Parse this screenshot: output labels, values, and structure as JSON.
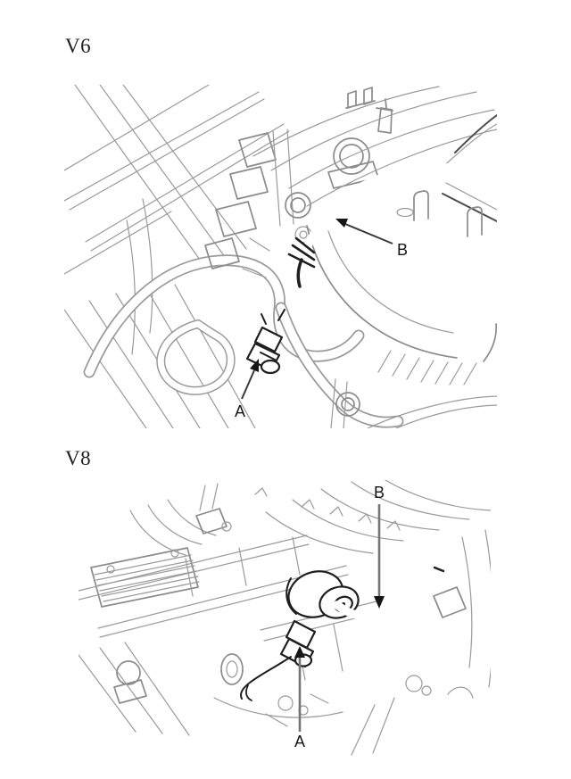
{
  "colors": {
    "paper": "#ffffff",
    "line_light": "#9a9a9a",
    "line_dark": "#1f1f1f",
    "callout_text": "#161616"
  },
  "figures": {
    "v6": {
      "heading": "V6",
      "callouts": {
        "a": "A",
        "b": "B"
      }
    },
    "v8": {
      "heading": "V8",
      "callouts": {
        "a": "A",
        "b": "B"
      }
    }
  }
}
